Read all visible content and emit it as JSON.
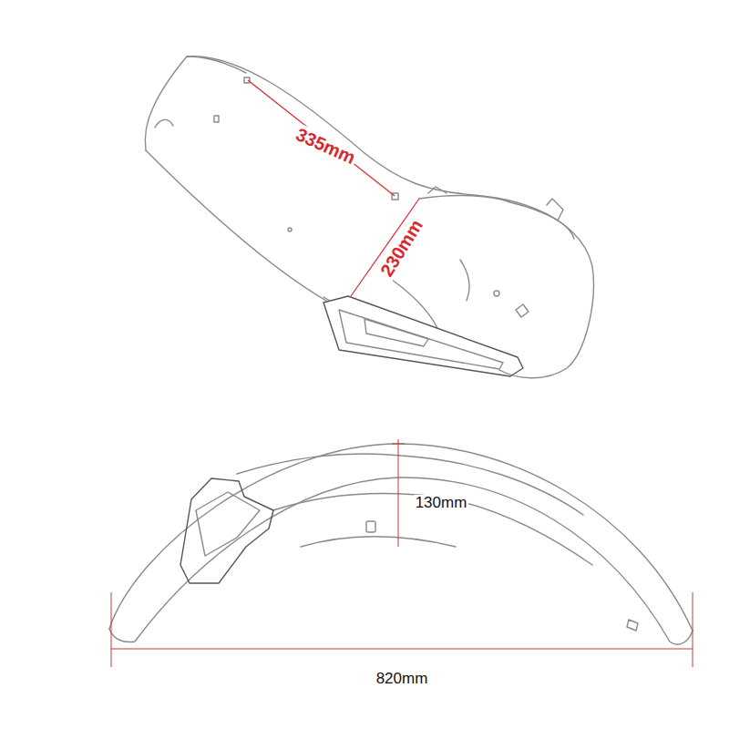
{
  "diagram": {
    "labels": [
      "335mm",
      "230mm",
      "130mm",
      "820mm"
    ]
  }
}
